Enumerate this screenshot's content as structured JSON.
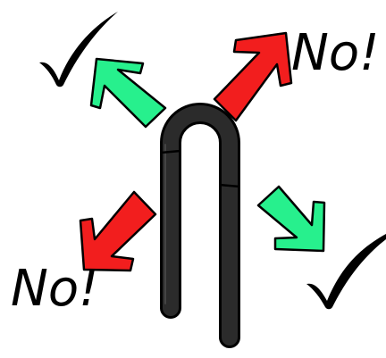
{
  "labels": {
    "top_right": "No!",
    "bottom_left": "No!"
  },
  "arrows": [
    {
      "name": "arrow-up-left",
      "direction": "up-left",
      "status": "allowed",
      "color": "#27F08D"
    },
    {
      "name": "arrow-up-right",
      "direction": "up-right",
      "status": "not-allowed",
      "color": "#F21E1E"
    },
    {
      "name": "arrow-down-left",
      "direction": "down-left",
      "status": "not-allowed",
      "color": "#F21E1E"
    },
    {
      "name": "arrow-down-right",
      "direction": "down-right",
      "status": "allowed",
      "color": "#27F08D"
    }
  ],
  "marks": [
    {
      "name": "checkmark-icon-top-left",
      "icon": "checkmark"
    },
    {
      "name": "checkmark-icon-bottom-right",
      "icon": "checkmark"
    }
  ],
  "object": {
    "name": "bent-rod",
    "color": "#2B2B2B"
  }
}
